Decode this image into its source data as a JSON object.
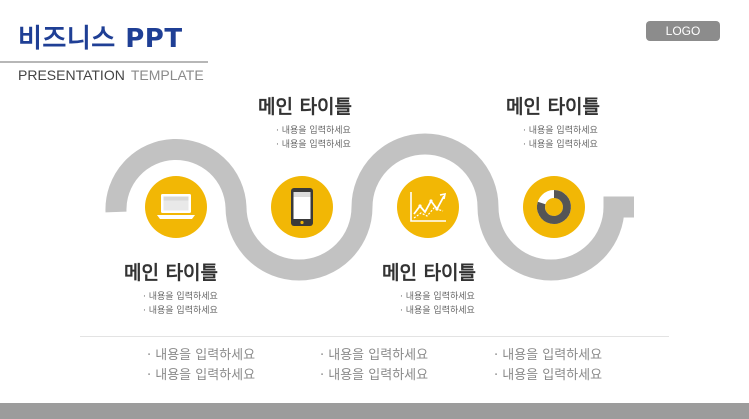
{
  "header": {
    "title": "비즈니스 PPT",
    "subtitle_main": "PRESENTATION",
    "subtitle_light": "TEMPLATE",
    "logo": "LOGO"
  },
  "colors": {
    "title": "#1f3f95",
    "accent": "#f2b705",
    "wave": "#c2c2c2",
    "footer": "#9c9c9c"
  },
  "steps": [
    {
      "icon": "laptop-icon",
      "title": "메인 타이틀",
      "desc": [
        "· 내용을 입력하세요",
        "· 내용을 입력하세요"
      ]
    },
    {
      "icon": "smartphone-icon",
      "title": "메인 타이틀",
      "desc": [
        "· 내용을 입력하세요",
        "· 내용을 입력하세요"
      ]
    },
    {
      "icon": "line-chart-icon",
      "title": "메인 타이틀",
      "desc": [
        "· 내용을 입력하세요",
        "· 내용을 입력하세요"
      ]
    },
    {
      "icon": "donut-chart-icon",
      "title": "메인 타이틀",
      "desc": [
        "· 내용을 입력하세요",
        "· 내용을 입력하세요"
      ]
    }
  ],
  "bottom": [
    [
      "· 내용을 입력하세요",
      "· 내용을 입력하세요"
    ],
    [
      "· 내용을 입력하세요",
      "· 내용을 입력하세요"
    ],
    [
      "· 내용을 입력하세요",
      "· 내용을 입력하세요"
    ]
  ]
}
